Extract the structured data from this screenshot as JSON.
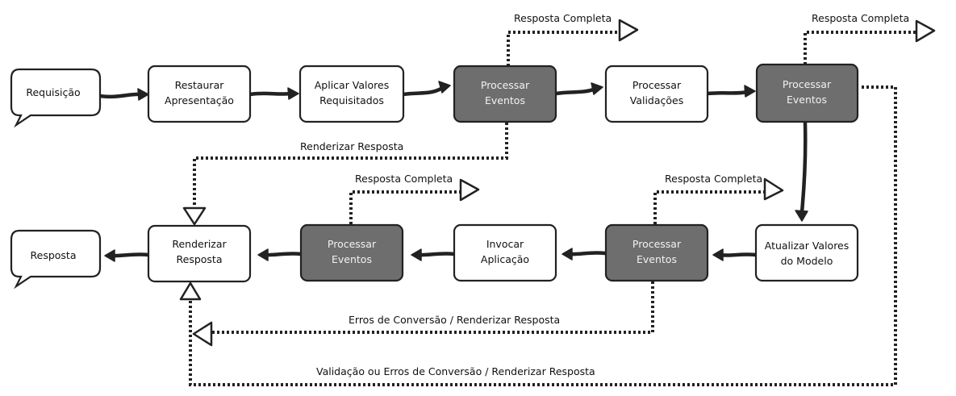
{
  "boxes": {
    "requisicao": "Requisição",
    "restaurar": [
      "Restaurar",
      "Apresentação"
    ],
    "aplicar": [
      "Aplicar Valores",
      "Requisitados"
    ],
    "processar_eventos_1": [
      "Processar",
      "Eventos"
    ],
    "processar_validacoes": [
      "Processar",
      "Validações"
    ],
    "processar_eventos_2": [
      "Processar",
      "Eventos"
    ],
    "atualizar": [
      "Atualizar Valores",
      "do Modelo"
    ],
    "processar_eventos_3": [
      "Processar",
      "Eventos"
    ],
    "invocar": [
      "Invocar",
      "Aplicação"
    ],
    "processar_eventos_4": [
      "Processar",
      "Eventos"
    ],
    "renderizar": [
      "Renderizar",
      "Resposta"
    ],
    "resposta": "Resposta"
  },
  "labels": {
    "resposta_completa_1": "Resposta Completa",
    "resposta_completa_2": "Resposta Completa",
    "resposta_completa_3": "Resposta Completa",
    "resposta_completa_4": "Resposta Completa",
    "renderizar_resposta": "Renderizar Resposta",
    "erros_conversao": "Erros de Conversão / Renderizar Resposta",
    "validacao_erros": "Validação ou Erros de Conversão / Renderizar Resposta"
  },
  "colors": {
    "dark_box": "#6e6e6e",
    "stroke": "#222222"
  }
}
